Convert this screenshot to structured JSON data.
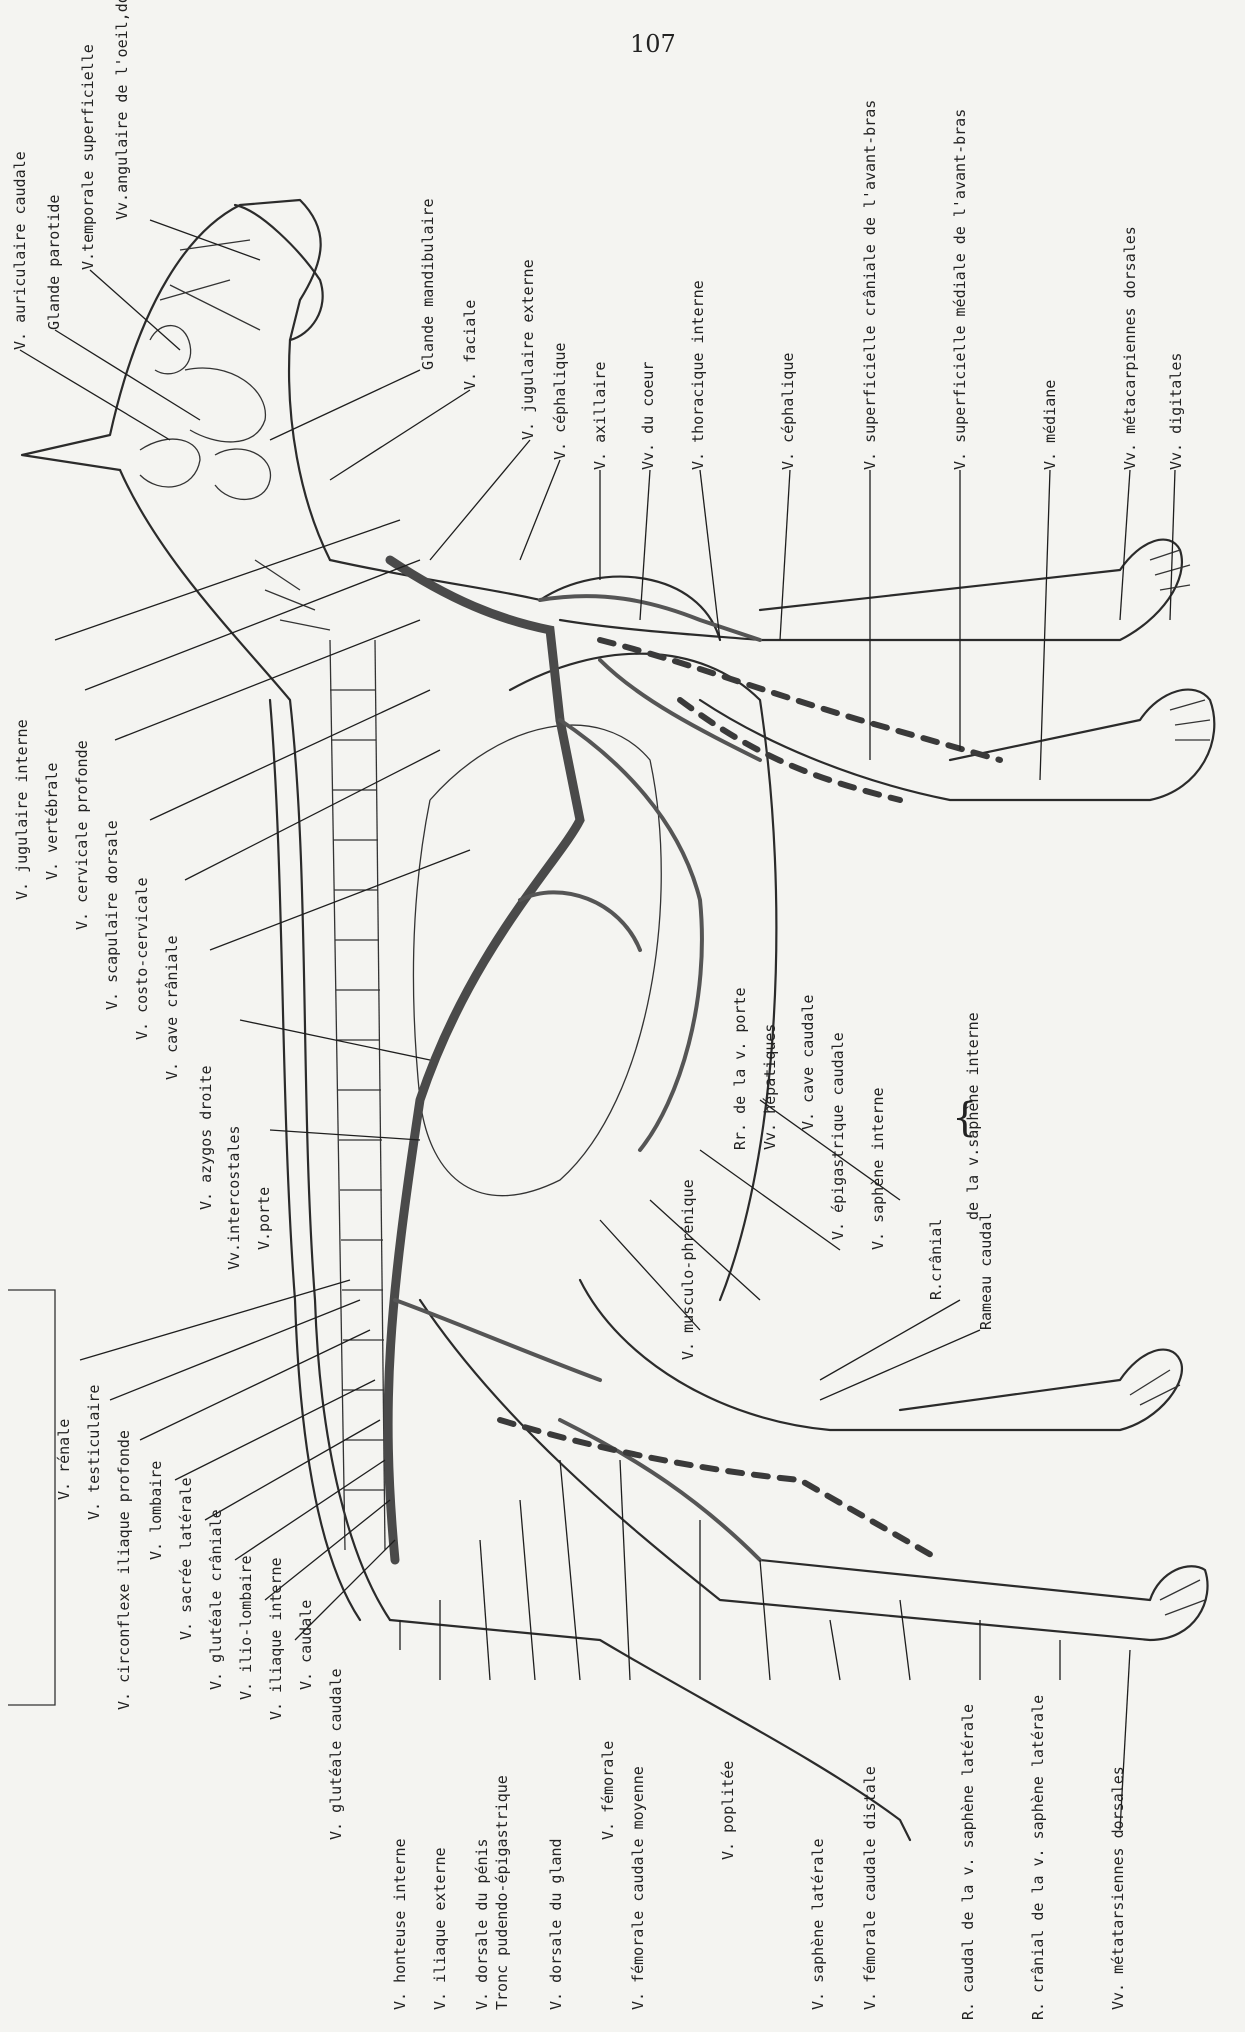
{
  "page_number": "107",
  "labels_top": {
    "auriculaire_caudale": "V. auriculaire caudale",
    "glande_parotide": "Glande parotide",
    "temporale_superficielle": "V.temporale superficielle",
    "angulaire_oeil": "Vv.angulaire de l'oeil,dorsale du nez et labiales",
    "glande_mandibulaire": "Glande mandibulaire",
    "faciale": "V. faciale",
    "jugulaire_externe": "V. jugulaire externe",
    "cephalique_1": "V. céphalique",
    "axillaire": "V. axillaire",
    "coeur": "Vv. du coeur",
    "thoracique_interne": "V. thoracique interne",
    "cephalique_2": "V. céphalique",
    "superficielle_craniale": "V. superficielle crâniale de l'avant-bras",
    "superficielle_mediale": "V. superficielle médiale de l'avant-bras",
    "mediane": "V. médiane",
    "metacarpiennes": "Vv. métacarpiennes dorsales",
    "digitales": "Vv. digitales"
  },
  "labels_left": {
    "jugulaire_interne": "V. jugulaire interne",
    "vertebrale": "V. vertébrale",
    "cervicale_profonde": "V. cervicale profonde",
    "scapulaire_dorsale": "V. scapulaire dorsale",
    "costo_cervicale": "V. costo-cervicale",
    "cave_craniale": "V. cave crâniale",
    "azygos_droite": "V. azygos droite",
    "intercostales": "Vv.intercostales",
    "porte": "V.porte",
    "renale": "V. rénale",
    "testiculaire": "V. testiculaire",
    "circonflexe": "V. circonflexe iliaque profonde",
    "lombaire": "V. lombaire",
    "sacree_laterale": "V. sacrée latérale",
    "glutéale_craniale": "V. glutéale crâniale",
    "ilio_lombaire": "V. ilio-lombaire",
    "iliaque_interne": "V. iliaque interne",
    "caudale": "V. caudale",
    "glutéale_caudale": "V. glutéale caudale"
  },
  "labels_mid": {
    "saphene_interne_branches": "de la v.saphène interne",
    "musculo_phrenique": "V. musculo-phrénique",
    "rr_porte": "Rr. de la v. porte",
    "hepatiques": "Vv. hépatiques",
    "cave_caudale": "V. cave caudale",
    "epigastrique_caudale": "V. épigastrique caudale",
    "saphene_interne": "V. saphène interne",
    "r_cranial": "R.crânial",
    "rameau_caudal": "Rameau caudal"
  },
  "labels_bottom": {
    "honteuse": "V. honteuse interne",
    "iliaque_externe": "V. iliaque externe",
    "dorsale_penis": "V. dorsale du pénis",
    "tronc": "Tronc pudendo-épigastrique",
    "dorsale_gland": "V. dorsale du gland",
    "femorale": "V. fémorale",
    "femorale_caudale_moyenne": "V. fémorale caudale moyenne",
    "poplitee": "V. poplitée",
    "saphene_laterale": "V. saphène latérale",
    "femorale_caudale_distale": "V. fémorale caudale distale",
    "r_caudal_saphene": "R. caudal de la v. saphène latérale",
    "r_cranial_saphene": "R. crânial de la v. saphène latérale",
    "metatarsiennes": "Vv. métatarsiennes dorsales"
  }
}
